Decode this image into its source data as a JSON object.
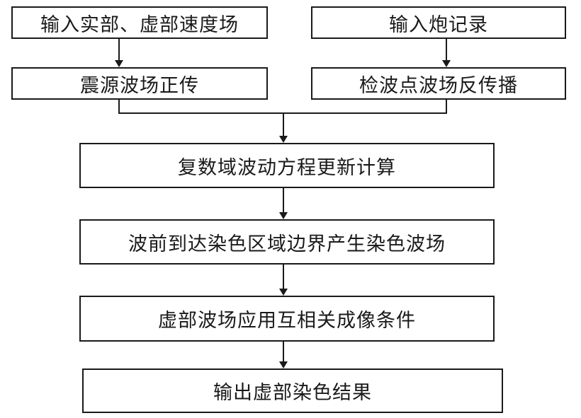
{
  "flowchart": {
    "input_velocity": "输入实部、虚部速度场",
    "input_shot": "输入炮记录",
    "source_forward": "震源波场正传",
    "receiver_backward": "检波点波场反传播",
    "complex_update": "复数域波动方程更新计算",
    "dye_wavefield": "波前到达染色区域边界产生染色波场",
    "imaging_condition": "虚部波场应用互相关成像条件",
    "output_result": "输出虚部染色结果"
  }
}
